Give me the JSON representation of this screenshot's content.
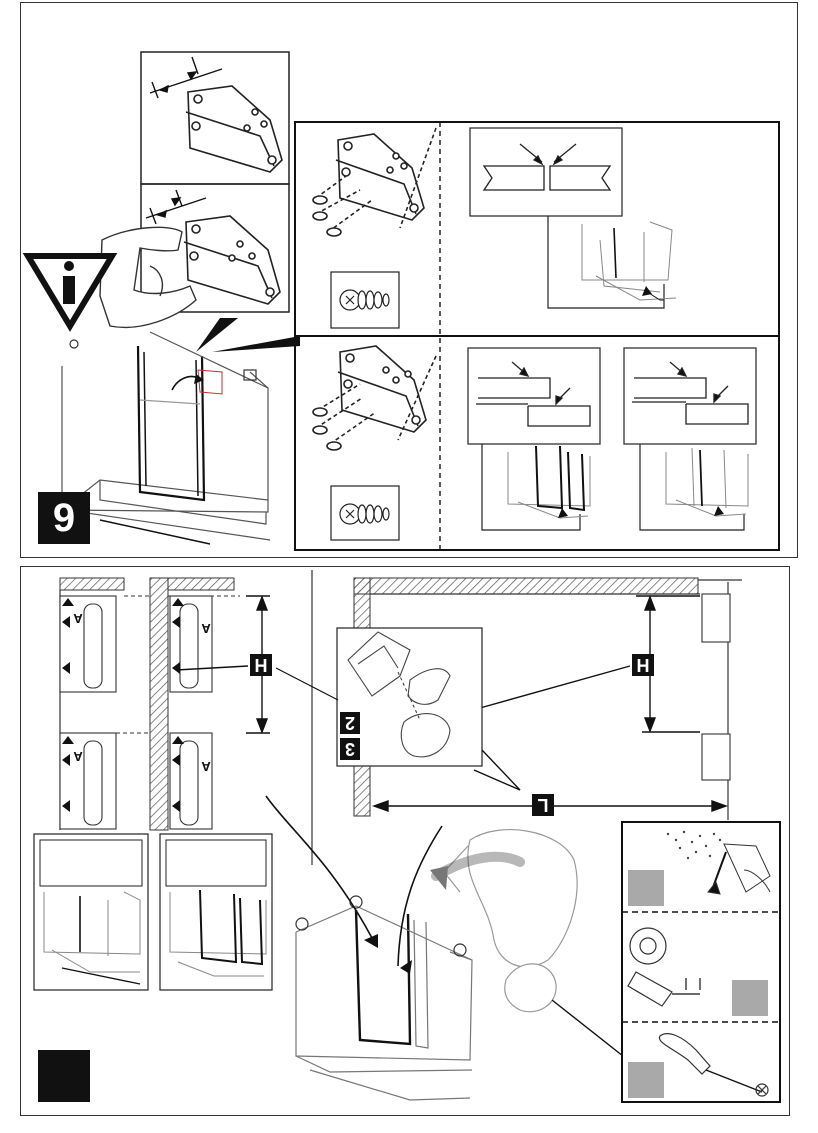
{
  "top_panel": {
    "step_number": "9"
  },
  "bottom_panel": {
    "label_h_left": "H",
    "label_h_right": "H",
    "label_l": "L",
    "label_2": "2",
    "label_3": "3",
    "bracket_letters": [
      "A",
      "A",
      "A",
      "A"
    ]
  },
  "colors": {
    "ink": "#111111",
    "tool_square": "#a9a9a9",
    "hatch": "#555555"
  },
  "icons": [
    "info-warning-triangle-icon",
    "screw-icon",
    "drill-icon",
    "screwdriver-icon",
    "brush-icon",
    "hand-icon"
  ]
}
